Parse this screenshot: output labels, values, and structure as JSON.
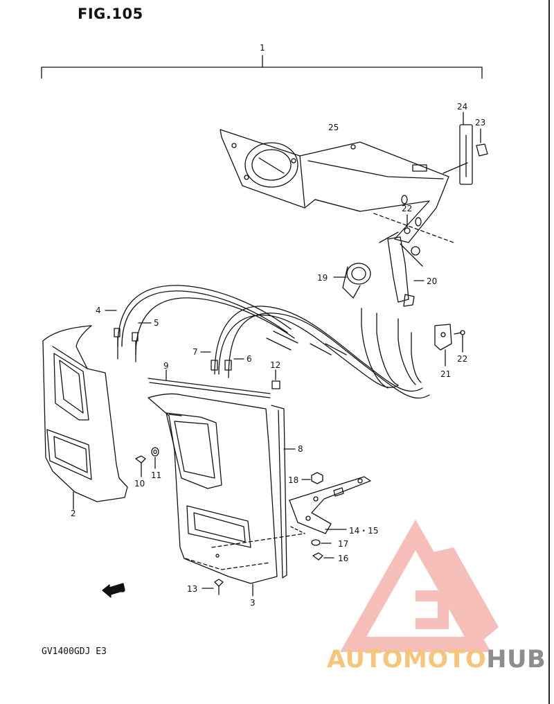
{
  "figure": {
    "title": "FIG.105",
    "model_code": "GV1400GDJ  E3",
    "fwd_label": "FWD"
  },
  "watermark": {
    "word_a": "AUTOMOTO",
    "word_b": "HUB",
    "colors": {
      "logo": "#f3a9a1",
      "text_a": "#f6c57a",
      "text_b": "#8d8d8d"
    }
  },
  "callouts": [
    "1",
    "2",
    "3",
    "4",
    "5",
    "6",
    "7",
    "8",
    "9",
    "10",
    "11",
    "12",
    "13",
    "14・15",
    "16",
    "17",
    "18",
    "19",
    "20",
    "21",
    "22",
    "22",
    "23",
    "24",
    "25"
  ]
}
